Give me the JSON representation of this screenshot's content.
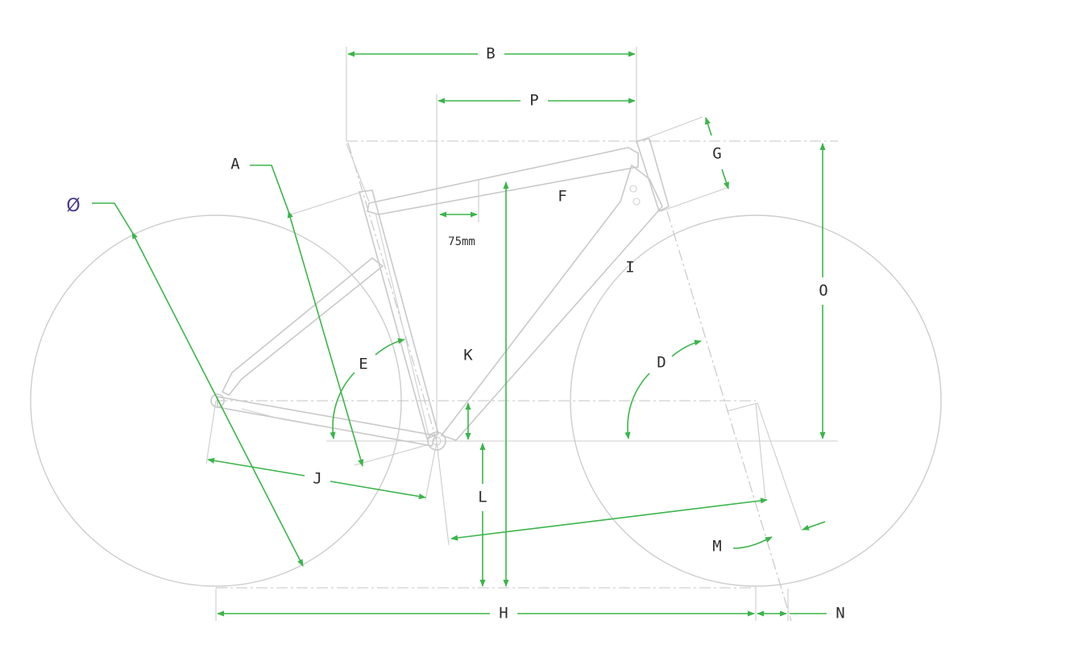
{
  "diagram": {
    "colors": {
      "dimension": "#3bb54a",
      "frame": "#c9c9c9",
      "label": "#2e2e2e",
      "diameter_symbol": "#4a3a8a"
    },
    "labels": {
      "A": "A",
      "B": "B",
      "D": "D",
      "E": "E",
      "F": "F",
      "G": "G",
      "H": "H",
      "I": "I",
      "J": "J",
      "K": "K",
      "L": "L",
      "M": "M",
      "N": "N",
      "O": "O",
      "P": "P",
      "diameter": "Ø",
      "offset_note": "75mm"
    }
  }
}
